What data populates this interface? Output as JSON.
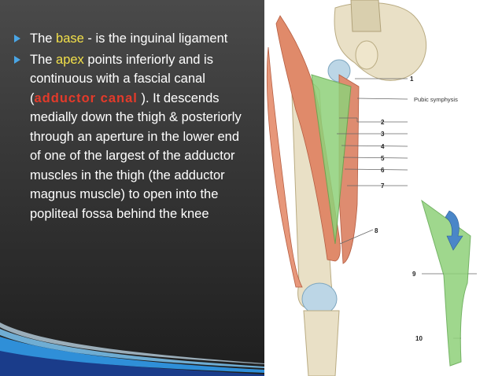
{
  "slide": {
    "bullets": [
      {
        "text_before": "The ",
        "highlight": "base",
        "text_after": " - is the inguinal ligament"
      },
      {
        "text_before": "The ",
        "highlight": "apex",
        "text_mid": " points inferiorly and is continuous with a fascial canal (",
        "highlight_red": "adductor canal",
        "text_after": " ). It descends medially down the thigh & posteriorly through an aperture in the lower end of one of the largest of the adductor muscles in the thigh (the adductor magnus muscle) to open into the popliteal fossa behind the knee"
      }
    ]
  },
  "figure": {
    "labels": {
      "l1": "1",
      "pubic": "Pubic symphysis",
      "l2": "2",
      "l3": "3",
      "l4": "4",
      "l5": "5",
      "l6": "6",
      "l7": "7",
      "l8": "8",
      "l9": "9",
      "l10": "10"
    }
  },
  "colors": {
    "bullet_marker": "#4aa6e6",
    "highlight_yellow": "#f2e04a",
    "highlight_red": "#e43a2a",
    "muscle": "#e08a6a",
    "triangle_green": "#8fd17a",
    "bone": "#e9e0c6"
  }
}
